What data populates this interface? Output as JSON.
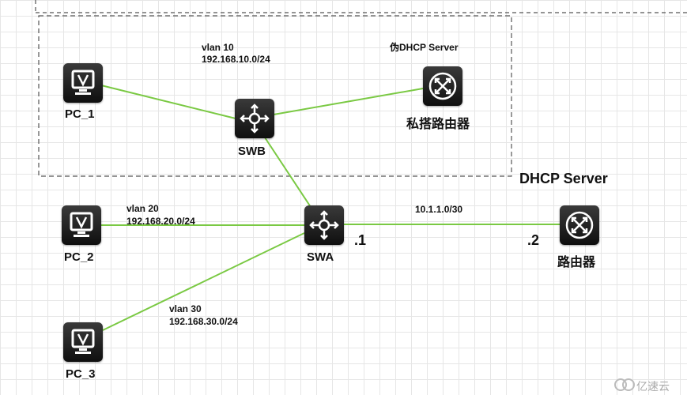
{
  "devices": {
    "pc1": {
      "label": "PC_1"
    },
    "pc2": {
      "label": "PC_2"
    },
    "pc3": {
      "label": "PC_3"
    },
    "swb": {
      "label": "SWB"
    },
    "swa": {
      "label": "SWA"
    },
    "rogue_router": {
      "label": "私搭路由器",
      "role": "伪DHCP Server"
    },
    "router": {
      "label": "路由器",
      "role": "DHCP Server"
    }
  },
  "networks": {
    "vlan10": {
      "name": "vlan 10",
      "subnet": "192.168.10.0/24"
    },
    "vlan20": {
      "name": "vlan 20",
      "subnet": "192.168.20.0/24"
    },
    "vlan30": {
      "name": "vlan 30",
      "subnet": "192.168.30.0/24"
    },
    "link": {
      "subnet": "10.1.1.0/30",
      "swa_end": ".1",
      "router_end": ".2"
    }
  },
  "watermark": "亿速云",
  "colors": {
    "link": "#7ac943",
    "device": "#1c1c1c",
    "grid": "#e6e6e6",
    "zone_border": "#555555"
  }
}
